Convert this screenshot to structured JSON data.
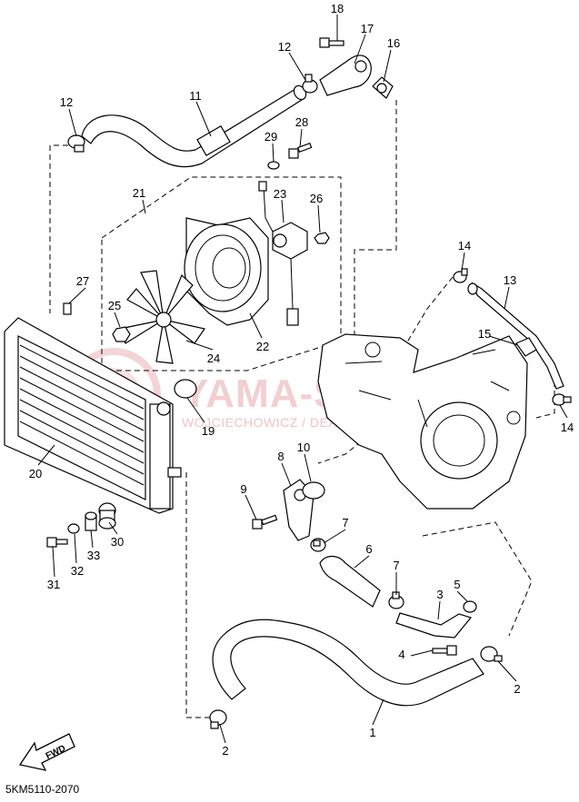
{
  "callouts": [
    {
      "id": "c18",
      "label": "18"
    },
    {
      "id": "c17",
      "label": "17"
    },
    {
      "id": "c16",
      "label": "16"
    },
    {
      "id": "c12a",
      "label": "12"
    },
    {
      "id": "c12b",
      "label": "12"
    },
    {
      "id": "c11",
      "label": "11"
    },
    {
      "id": "c28",
      "label": "28"
    },
    {
      "id": "c29",
      "label": "29"
    },
    {
      "id": "c21",
      "label": "21"
    },
    {
      "id": "c23",
      "label": "23"
    },
    {
      "id": "c26",
      "label": "26"
    },
    {
      "id": "c14a",
      "label": "14"
    },
    {
      "id": "c13",
      "label": "13"
    },
    {
      "id": "c27",
      "label": "27"
    },
    {
      "id": "c25",
      "label": "25"
    },
    {
      "id": "c24",
      "label": "24"
    },
    {
      "id": "c22",
      "label": "22"
    },
    {
      "id": "c15",
      "label": "15"
    },
    {
      "id": "c14b",
      "label": "14"
    },
    {
      "id": "c19",
      "label": "19"
    },
    {
      "id": "c20",
      "label": "20"
    },
    {
      "id": "c8",
      "label": "8"
    },
    {
      "id": "c10",
      "label": "10"
    },
    {
      "id": "c9",
      "label": "9"
    },
    {
      "id": "c7a",
      "label": "7"
    },
    {
      "id": "c6",
      "label": "6"
    },
    {
      "id": "c7b",
      "label": "7"
    },
    {
      "id": "c5",
      "label": "5"
    },
    {
      "id": "c3",
      "label": "3"
    },
    {
      "id": "c4",
      "label": "4"
    },
    {
      "id": "c2a",
      "label": "2"
    },
    {
      "id": "c1",
      "label": "1"
    },
    {
      "id": "c2b",
      "label": "2"
    },
    {
      "id": "c30",
      "label": "30"
    },
    {
      "id": "c33",
      "label": "33"
    },
    {
      "id": "c32",
      "label": "32"
    },
    {
      "id": "c31",
      "label": "31"
    }
  ],
  "watermark": {
    "main": "YAMA-SKLEP.PL",
    "sub": "WOJCIECHOWICZ / DEALER YAMAHA"
  },
  "fwd_label": "FWD",
  "diagram_code": "5KM5110-2070"
}
